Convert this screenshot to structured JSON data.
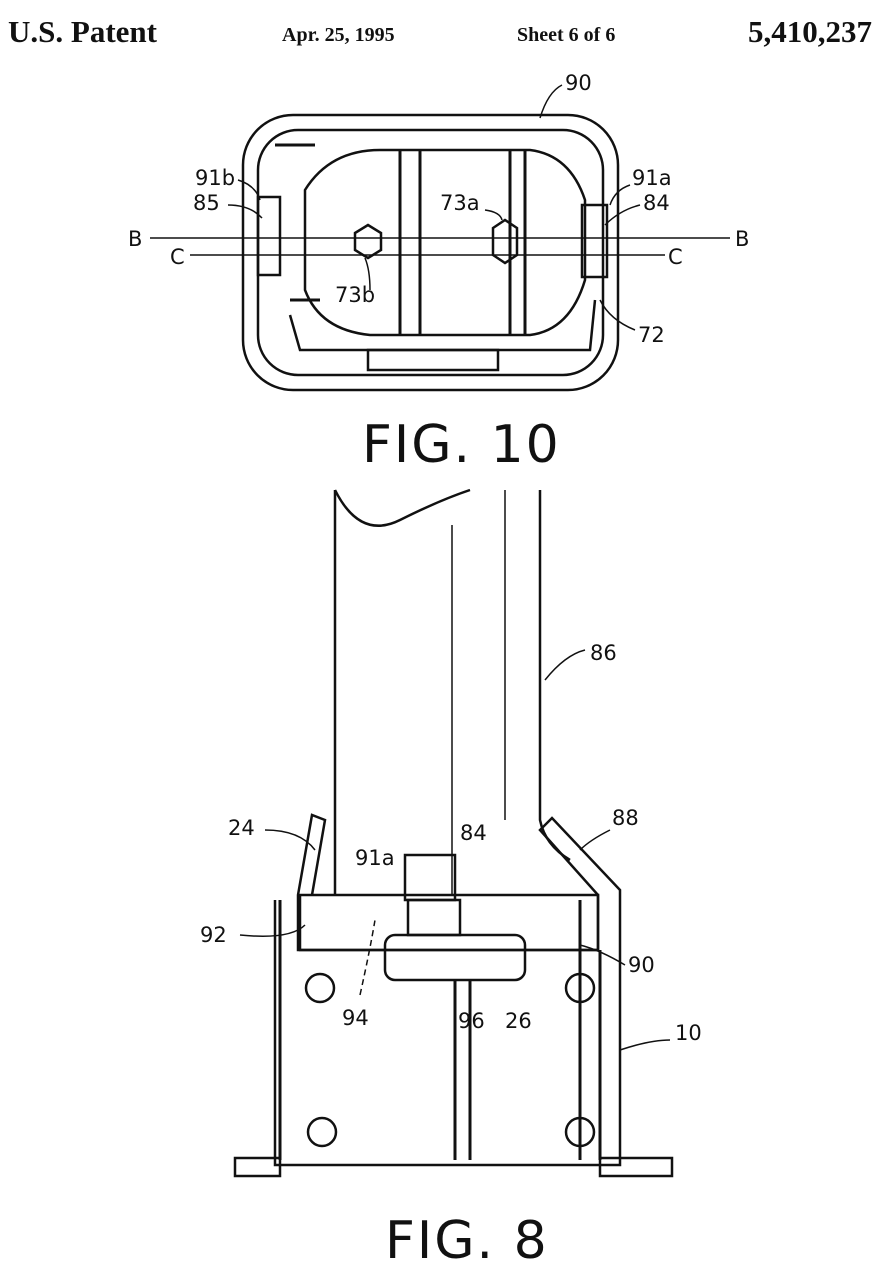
{
  "header": {
    "left": "U.S. Patent",
    "date": "Apr. 25, 1995",
    "sheet": "Sheet 6 of 6",
    "number": "5,410,237"
  },
  "fig10": {
    "caption": "FIG. 10",
    "labels": {
      "l90": "90",
      "l91b": "91b",
      "l85": "85",
      "lB1": "B",
      "lC1": "C",
      "l73a": "73a",
      "l91a": "91a",
      "l84": "84",
      "lB2": "B",
      "lC2": "C",
      "l73b": "73b",
      "l72": "72"
    }
  },
  "fig8": {
    "caption": "FIG. 8",
    "labels": {
      "l86": "86",
      "l24": "24",
      "l91a": "91a",
      "l84": "84",
      "l88": "88",
      "l92": "92",
      "l90": "90",
      "l94": "94",
      "l96": "96",
      "l26": "26",
      "l10": "10"
    }
  }
}
